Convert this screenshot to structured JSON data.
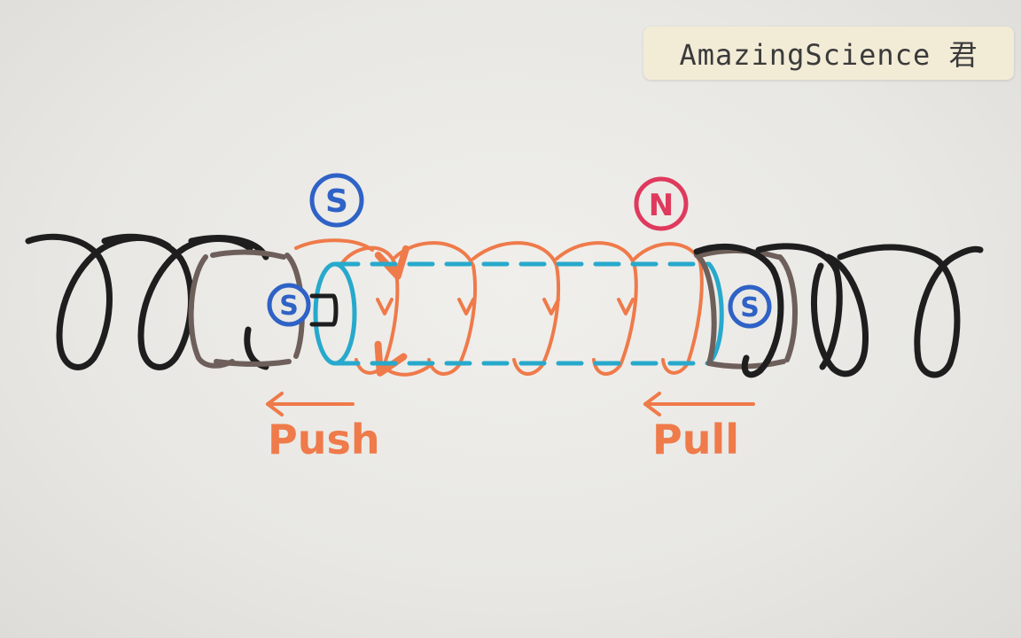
{
  "watermark": {
    "text": "AmazingScience 君"
  },
  "poles": {
    "top_left": "S",
    "top_right": "N",
    "magnet_left": "S",
    "magnet_right": "S"
  },
  "labels": {
    "push": "Push",
    "pull": "Pull"
  },
  "colors": {
    "coil_dark": "#1e1e1e",
    "coil_brown": "#6e5f5a",
    "field_orange": "#ef7a4a",
    "magnet_cyan": "#27a9cc",
    "pole_blue": "#2f62c6",
    "pole_red": "#df3a5e"
  }
}
